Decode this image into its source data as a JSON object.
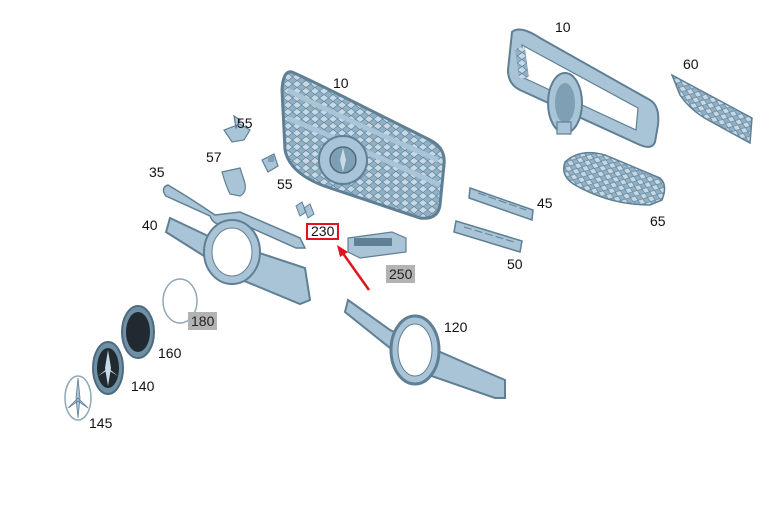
{
  "diagram": {
    "labels": {
      "p10_center": "10",
      "p10_right": "10",
      "p60": "60",
      "p55_top": "55",
      "p57": "57",
      "p55_mid": "55",
      "p35": "35",
      "p40": "40",
      "p45": "45",
      "p50": "50",
      "p65": "65",
      "p230": "230",
      "p250": "250",
      "p180": "180",
      "p120": "120",
      "p160": "160",
      "p140": "140",
      "p145": "145"
    },
    "colors": {
      "part_fill": "#a9c4d6",
      "part_stroke": "#5f7f95",
      "highlight": "#e0141e",
      "grey_tag": "#b3b3b3"
    }
  }
}
